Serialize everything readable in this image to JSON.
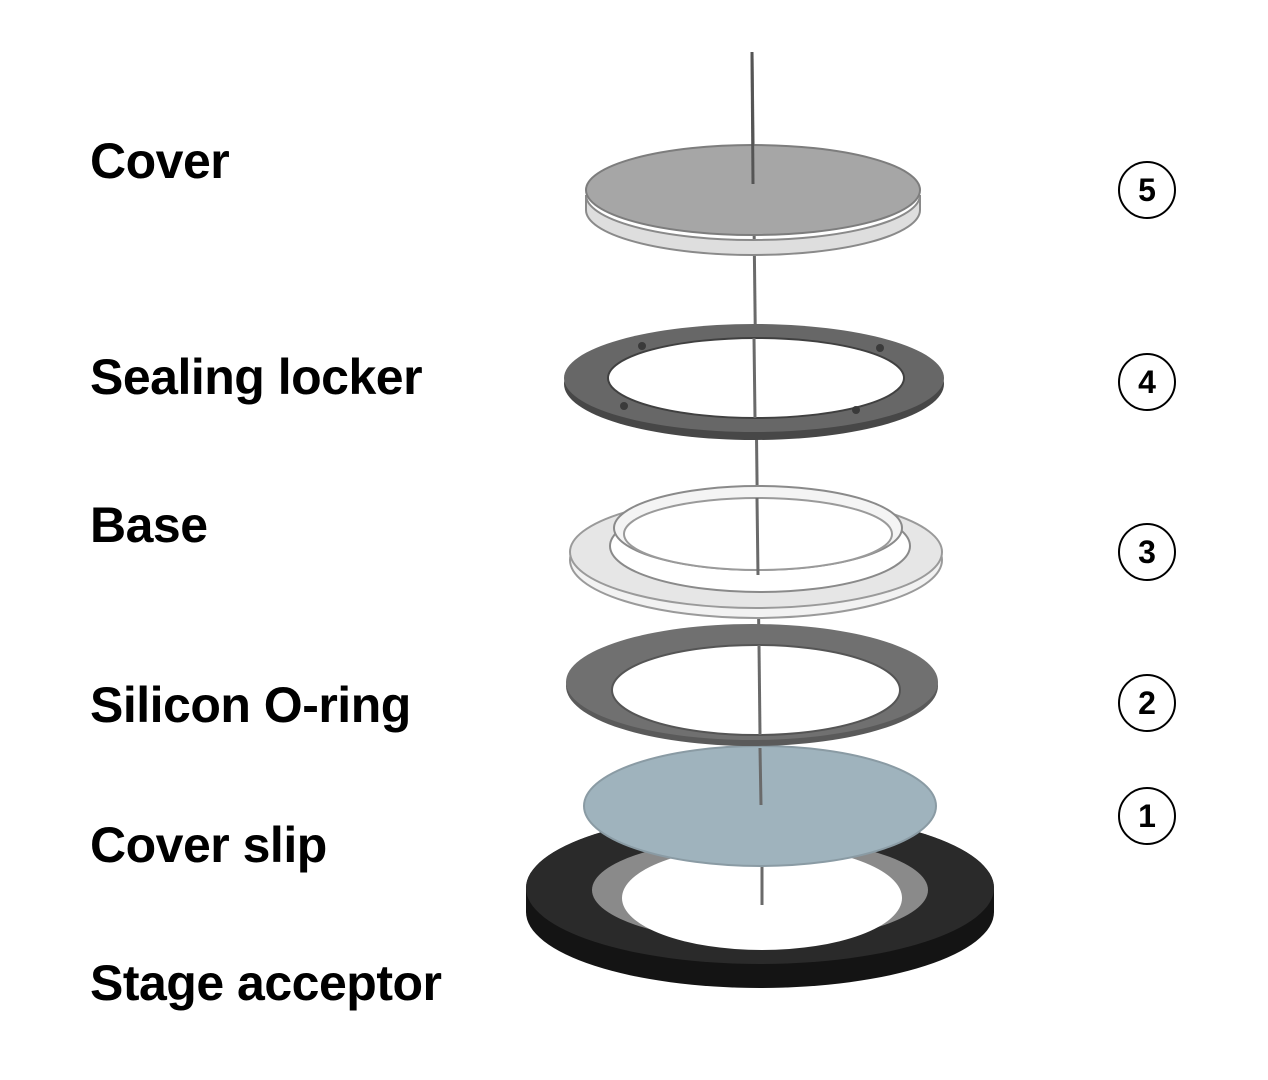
{
  "components": [
    {
      "label": "Cover",
      "number": "5"
    },
    {
      "label": "Sealing locker",
      "number": "4"
    },
    {
      "label": "Base",
      "number": "3"
    },
    {
      "label": "Silicon O-ring",
      "number": "2"
    },
    {
      "label": "Cover slip",
      "number": "1"
    },
    {
      "label": "Stage acceptor",
      "number": ""
    }
  ],
  "colors": {
    "cover_top": "#a6a6a6",
    "cover_edge": "#e2e2e2",
    "locker": "#5f5f5f",
    "base": "#e8e8e8",
    "oring": "#666666",
    "coverslip": "#9fb3bd",
    "stage": "#1e1e1e"
  }
}
